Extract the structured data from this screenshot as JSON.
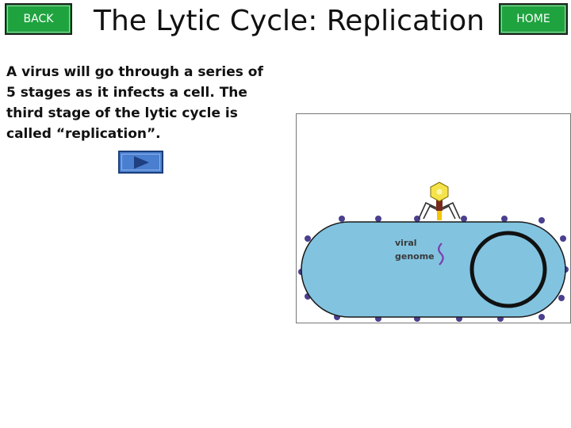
{
  "nav": {
    "back_label": "BACK",
    "home_label": "HOME"
  },
  "header": {
    "title": "The Lytic Cycle: Replication"
  },
  "content": {
    "description": "A virus will go through a series of 5 stages as it infects a cell. The third stage of the lytic cycle is called “replication”."
  },
  "animation": {
    "label_line1": "viral",
    "label_line2": "genome"
  },
  "colors": {
    "nav_button": "#1fa33f",
    "cell_body": "#82c3e0",
    "receptor": "#4b3f8f",
    "virus_head": "#f5e34a",
    "genome": "#7b3fb0"
  },
  "icons": {
    "play": "play-icon"
  }
}
